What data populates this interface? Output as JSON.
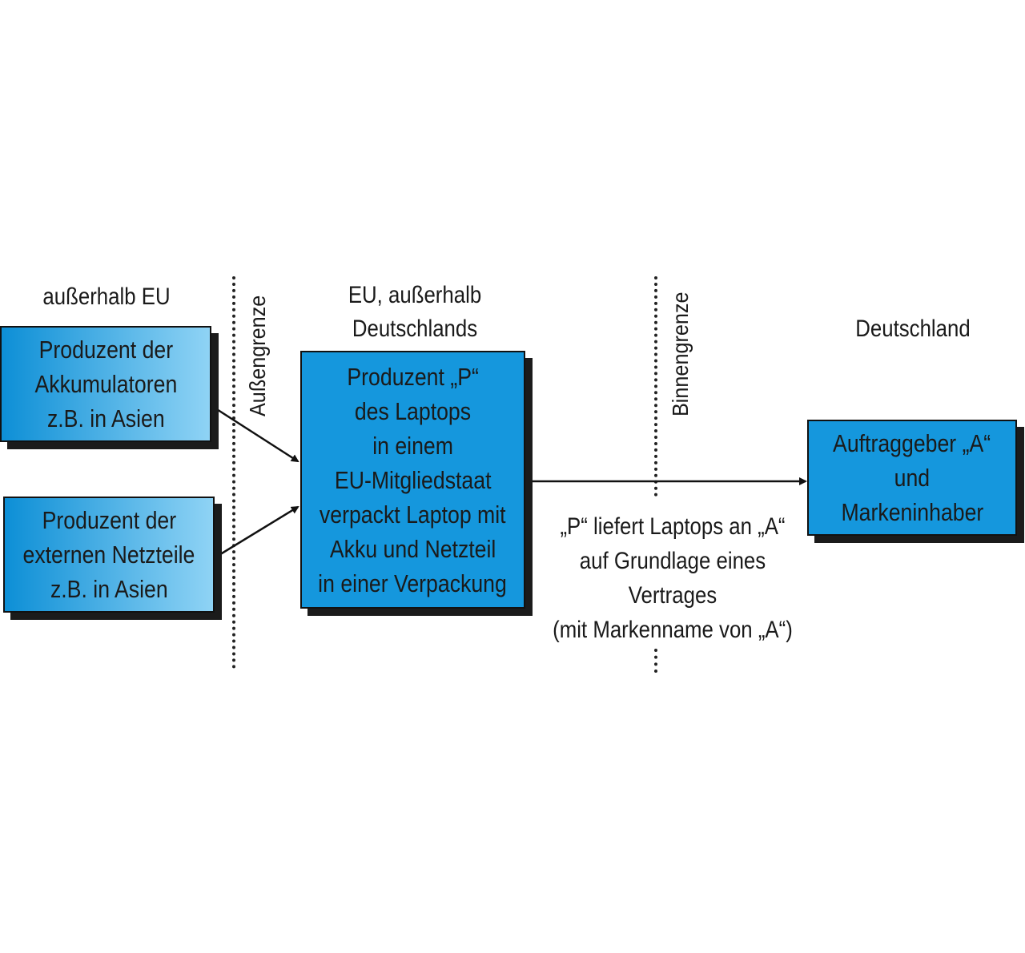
{
  "regions": {
    "outside_eu": "außerhalb EU",
    "eu_outside_de_line1": "EU, außerhalb",
    "eu_outside_de_line2": "Deutschlands",
    "germany": "Deutschland"
  },
  "borders": {
    "outer": "Außengrenze",
    "inner": "Binnengrenze"
  },
  "boxes": {
    "battery_producer": [
      "Produzent der",
      "Akkumulatoren",
      "z.B. in Asien"
    ],
    "psu_producer": [
      "Produzent der",
      "externen Netzteile",
      "z.B. in Asien"
    ],
    "laptop_producer": [
      "Produzent „P“",
      "des Laptops",
      "in einem",
      "EU-Mitgliedstaat",
      "verpackt Laptop mit",
      "Akku und Netzteil",
      "in einer Verpackung"
    ],
    "client": [
      "Auftraggeber „A“",
      "und",
      "Markeninhaber"
    ]
  },
  "delivery_caption": [
    "„P“ liefert Laptops an „A“",
    "auf Grundlage eines",
    "Vertrages",
    "(mit Markenname von „A“)"
  ],
  "colors": {
    "box_fill": "#1597dd",
    "gradient_dark": "#0d8fd6",
    "gradient_light": "#8fd3f5",
    "shadow": "#1b1b1b"
  }
}
